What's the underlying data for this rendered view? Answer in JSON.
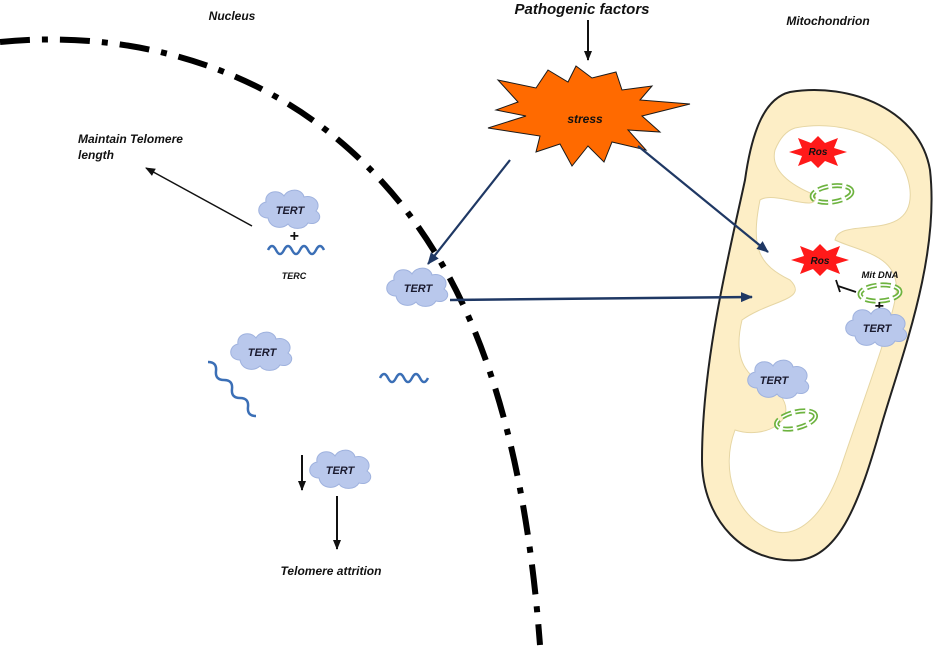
{
  "labels": {
    "nucleus": "Nucleus",
    "pathogenic_factors": "Pathogenic factors",
    "mitochondrion": "Mitochondrion",
    "stress": "stress",
    "maintain_line1": "Maintain Telomere",
    "maintain_line2": "length",
    "terc": "TERC",
    "tert": "TERT",
    "ros": "Ros",
    "mit_dna": "Mit DNA",
    "telomere_attrition": "Telomere attrition",
    "plus": "+"
  },
  "colors": {
    "stress_fill": "#ff6a00",
    "tert_fill": "#b9c8ec",
    "rna_stroke": "#3b6fb6",
    "ros_fill": "#ff1a1a",
    "mtdna_stroke": "#6db33f",
    "mito_fill": "#fdeec6",
    "arrow_blue": "#1f3864"
  }
}
